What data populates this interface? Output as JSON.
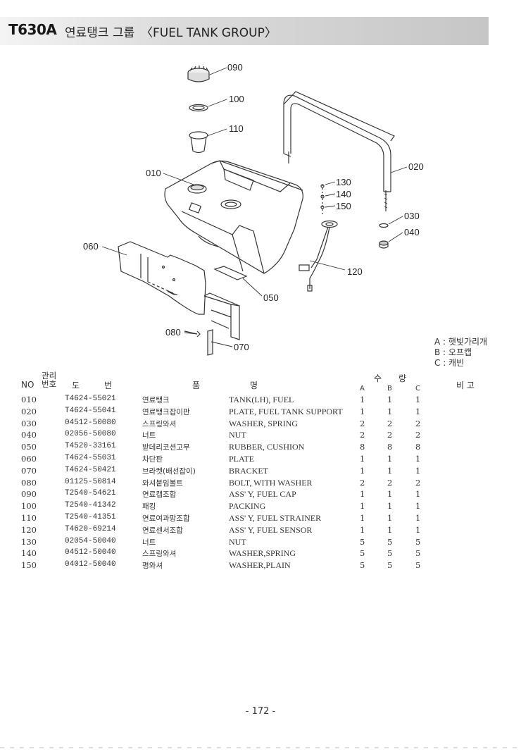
{
  "header": {
    "model": "T630A",
    "title_kr": "연료탱크 그룹",
    "title_en": "〈FUEL TANK GROUP〉"
  },
  "callouts": [
    "090",
    "100",
    "110",
    "010",
    "020",
    "130",
    "140",
    "150",
    "030",
    "040",
    "060",
    "120",
    "050",
    "080",
    "070"
  ],
  "legend": {
    "a": "A : 햇빛가리개",
    "b": "B : 오프캡",
    "c": "C : 캐빈"
  },
  "table": {
    "headers": {
      "no": "NO",
      "mgmt": "관리\n번호",
      "do": "도",
      "beon": "번",
      "pum": "품",
      "myeong": "명",
      "su": "수",
      "ryang": "량",
      "a": "A",
      "b": "B",
      "c": "C",
      "bigo": "비 고"
    },
    "rows": [
      {
        "no": "010",
        "part": "T4624-55021",
        "kr": "연료탱크",
        "en": "TANK(LH), FUEL",
        "a": "1",
        "b": "1",
        "c": "1"
      },
      {
        "no": "020",
        "part": "T4624-55041",
        "kr": "연료탱크잡이판",
        "en": "PLATE, FUEL TANK SUPPORT",
        "a": "1",
        "b": "1",
        "c": "1"
      },
      {
        "no": "030",
        "part": "04512-50080",
        "kr": "스프링와셔",
        "en": "WASHER, SPRING",
        "a": "2",
        "b": "2",
        "c": "2"
      },
      {
        "no": "040",
        "part": "02056-50080",
        "kr": "너트",
        "en": "NUT",
        "a": "2",
        "b": "2",
        "c": "2"
      },
      {
        "no": "050",
        "part": "T4520-33161",
        "kr": "받데리코션고무",
        "en": "RUBBER, CUSHION",
        "a": "8",
        "b": "8",
        "c": "8"
      },
      {
        "no": "060",
        "part": "T4624-55031",
        "kr": "차단판",
        "en": "PLATE",
        "a": "1",
        "b": "1",
        "c": "1"
      },
      {
        "no": "070",
        "part": "T4624-50421",
        "kr": "브라켓(배선잡이)",
        "en": "BRACKET",
        "a": "1",
        "b": "1",
        "c": "1"
      },
      {
        "no": "080",
        "part": "01125-50814",
        "kr": "와셔붙임볼트",
        "en": "BOLT, WITH WASHER",
        "a": "2",
        "b": "2",
        "c": "2"
      },
      {
        "no": "090",
        "part": "T2540-54621",
        "kr": "연료캡조합",
        "en": "ASS' Y, FUEL CAP",
        "a": "1",
        "b": "1",
        "c": "1"
      },
      {
        "no": "100",
        "part": "T2540-41342",
        "kr": "패킹",
        "en": "PACKING",
        "a": "1",
        "b": "1",
        "c": "1"
      },
      {
        "no": "110",
        "part": "T2540-41351",
        "kr": "연료여과망조합",
        "en": "ASS' Y, FUEL STRAINER",
        "a": "1",
        "b": "1",
        "c": "1"
      },
      {
        "no": "120",
        "part": "T4620-69214",
        "kr": "연료센서조합",
        "en": "ASS' Y, FUEL SENSOR",
        "a": "1",
        "b": "1",
        "c": "1"
      },
      {
        "no": "130",
        "part": "02054-50040",
        "kr": "너트",
        "en": "NUT",
        "a": "5",
        "b": "5",
        "c": "5"
      },
      {
        "no": "140",
        "part": "04512-50040",
        "kr": "스프링와셔",
        "en": "WASHER,SPRING",
        "a": "5",
        "b": "5",
        "c": "5"
      },
      {
        "no": "150",
        "part": "04012-50040",
        "kr": "평와셔",
        "en": "WASHER,PLAIN",
        "a": "5",
        "b": "5",
        "c": "5"
      }
    ]
  },
  "page_number": "- 172 -"
}
